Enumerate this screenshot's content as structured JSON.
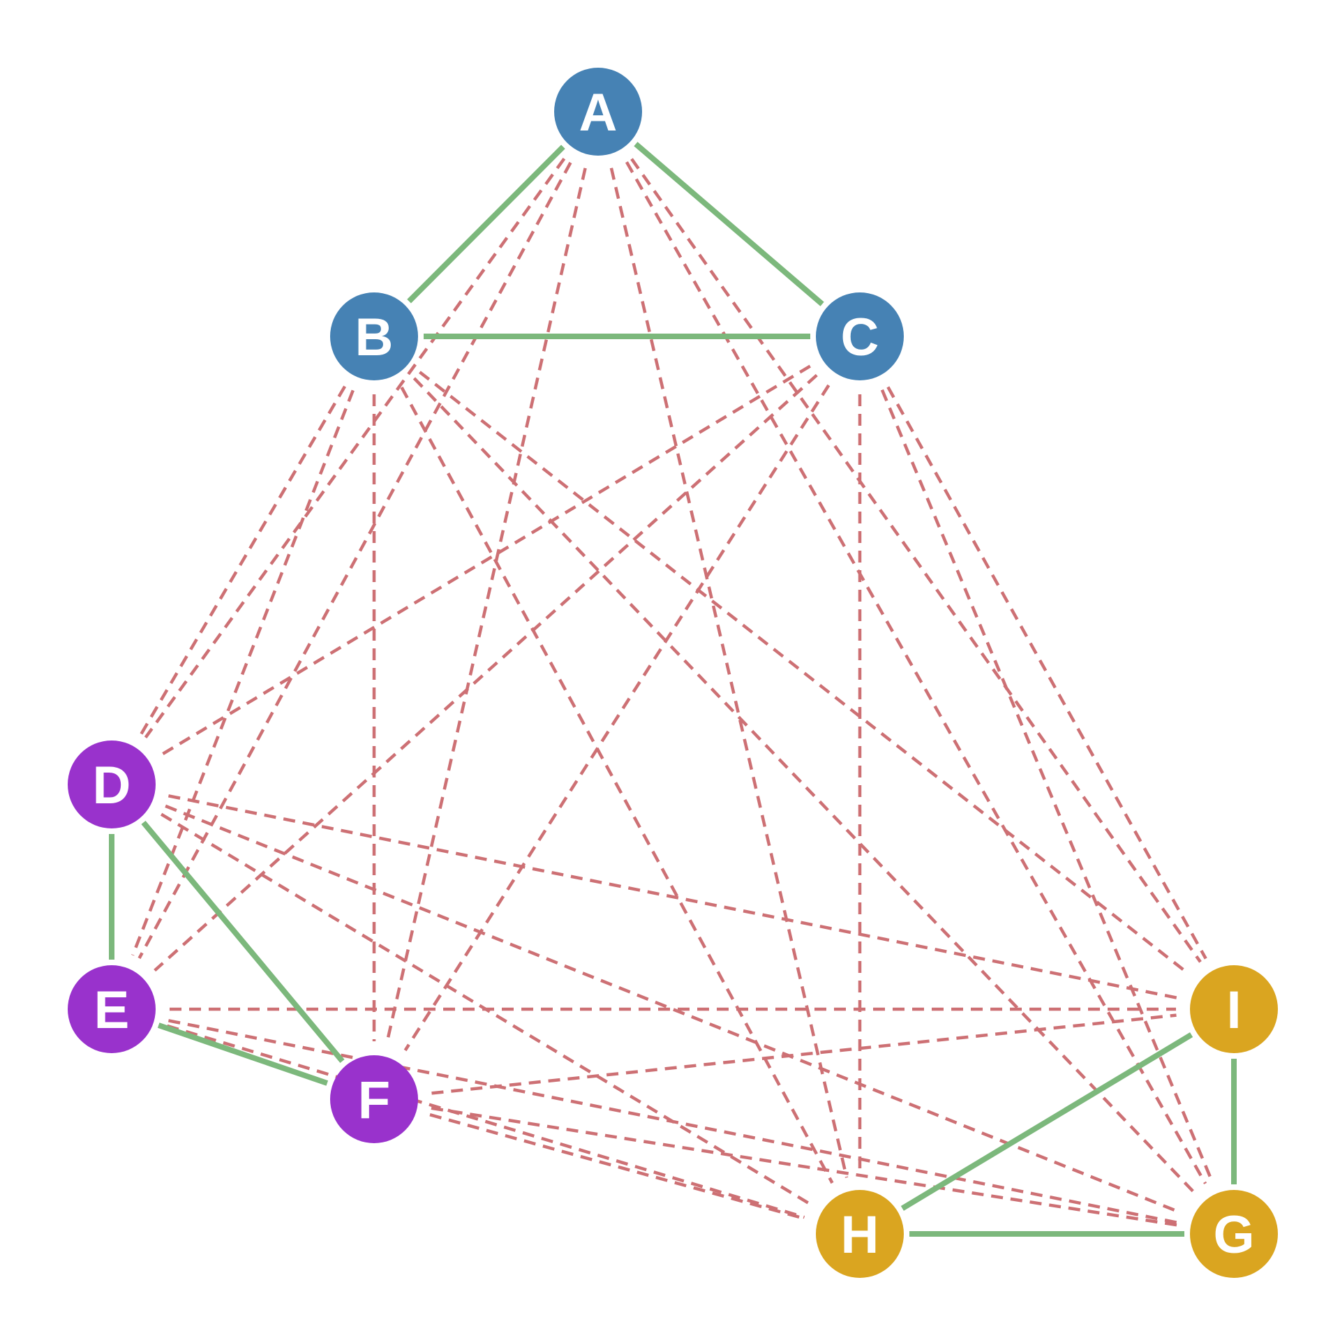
{
  "colors": {
    "background": "#ffffff",
    "group_1": "#4682b4",
    "group_2": "#9932cc",
    "group_3": "#daa520",
    "edge_solid": "#7cb87c",
    "edge_dashed": "#cd7074",
    "label": "#ffffff"
  },
  "nodes": [
    {
      "id": "A",
      "label": "A",
      "group": "group_1"
    },
    {
      "id": "B",
      "label": "B",
      "group": "group_1"
    },
    {
      "id": "C",
      "label": "C",
      "group": "group_1"
    },
    {
      "id": "D",
      "label": "D",
      "group": "group_2"
    },
    {
      "id": "E",
      "label": "E",
      "group": "group_2"
    },
    {
      "id": "F",
      "label": "F",
      "group": "group_2"
    },
    {
      "id": "G",
      "label": "G",
      "group": "group_3"
    },
    {
      "id": "H",
      "label": "H",
      "group": "group_3"
    },
    {
      "id": "I",
      "label": "I",
      "group": "group_3"
    }
  ],
  "edges_solid": [
    [
      "A",
      "B"
    ],
    [
      "A",
      "C"
    ],
    [
      "B",
      "C"
    ],
    [
      "D",
      "E"
    ],
    [
      "D",
      "F"
    ],
    [
      "E",
      "F"
    ],
    [
      "G",
      "H"
    ],
    [
      "G",
      "I"
    ],
    [
      "H",
      "I"
    ]
  ],
  "edges_dashed": [
    [
      "A",
      "D"
    ],
    [
      "A",
      "E"
    ],
    [
      "A",
      "F"
    ],
    [
      "A",
      "G"
    ],
    [
      "A",
      "H"
    ],
    [
      "A",
      "I"
    ],
    [
      "B",
      "D"
    ],
    [
      "B",
      "E"
    ],
    [
      "B",
      "F"
    ],
    [
      "B",
      "G"
    ],
    [
      "B",
      "H"
    ],
    [
      "B",
      "I"
    ],
    [
      "C",
      "D"
    ],
    [
      "C",
      "E"
    ],
    [
      "C",
      "F"
    ],
    [
      "C",
      "G"
    ],
    [
      "C",
      "H"
    ],
    [
      "C",
      "I"
    ],
    [
      "D",
      "G"
    ],
    [
      "D",
      "H"
    ],
    [
      "D",
      "I"
    ],
    [
      "E",
      "G"
    ],
    [
      "E",
      "H"
    ],
    [
      "E",
      "I"
    ],
    [
      "F",
      "G"
    ],
    [
      "F",
      "H"
    ],
    [
      "F",
      "I"
    ]
  ]
}
